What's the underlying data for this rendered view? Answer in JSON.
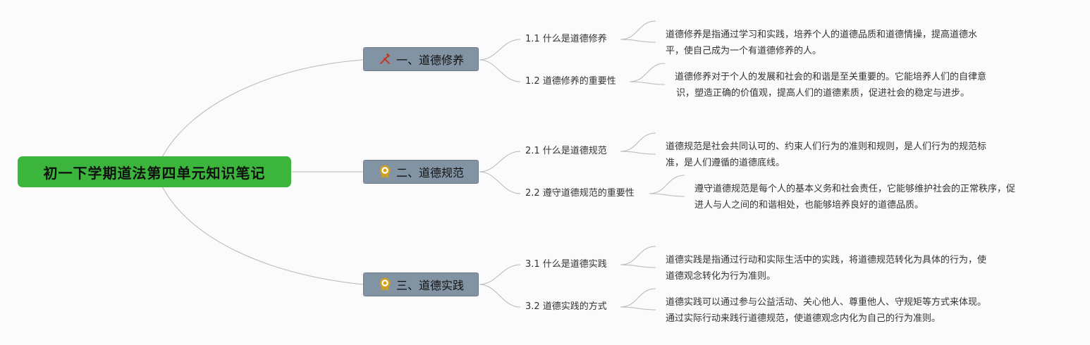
{
  "root": {
    "title": "初一下学期道法第四单元知识笔记"
  },
  "colors": {
    "root_fill": "#3bb53b",
    "topic_fill": "#8294a3",
    "line": "#b8b8b8",
    "icon_red": "#c0392b",
    "icon_gold": "#d4a017"
  },
  "topics": [
    {
      "label": "一、道德修养",
      "icon": "tools-icon",
      "subtopics": [
        {
          "label": "1.1 什么是道德修养",
          "note": [
            "道德修养是指通过学习和实践，培养个人的道德品质和道德情操，提高道德水",
            "平，使自己成为一个有道德修养的人。"
          ]
        },
        {
          "label": "1.2 道德修养的重要性",
          "note": [
            "道德修养对于个人的发展和社会的和谐是至关重要的。它能培养人们的自律意",
            "识，塑造正确的价值观，提高人们的道德素质，促进社会的稳定与进步。"
          ]
        }
      ]
    },
    {
      "label": "二、道德规范",
      "icon": "award-medal-icon",
      "subtopics": [
        {
          "label": "2.1 什么是道德规范",
          "note": [
            "道德规范是社会共同认可的、约束人们行为的准则和规则，是人们行为的规范标",
            "准，是人们遵循的道德底线。"
          ]
        },
        {
          "label": "2.2 遵守道德规范的重要性",
          "note": [
            "遵守道德规范是每个人的基本义务和社会责任，它能够维护社会的正常秩序，促",
            "进人与人之间的和谐相处，也能够培养良好的道德品质。"
          ]
        }
      ]
    },
    {
      "label": "三、道德实践",
      "icon": "award-medal-icon",
      "subtopics": [
        {
          "label": "3.1 什么是道德实践",
          "note": [
            "道德实践是指通过行动和实际生活中的实践，将道德规范转化为具体的行为，使",
            "道德观念转化为行为准则。"
          ]
        },
        {
          "label": "3.2 道德实践的方式",
          "note": [
            "道德实践可以通过参与公益活动、关心他人、尊重他人、守规矩等方式来体现。",
            "通过实际行动来践行道德规范，使道德观念内化为自己的行为准则。"
          ]
        }
      ]
    }
  ]
}
